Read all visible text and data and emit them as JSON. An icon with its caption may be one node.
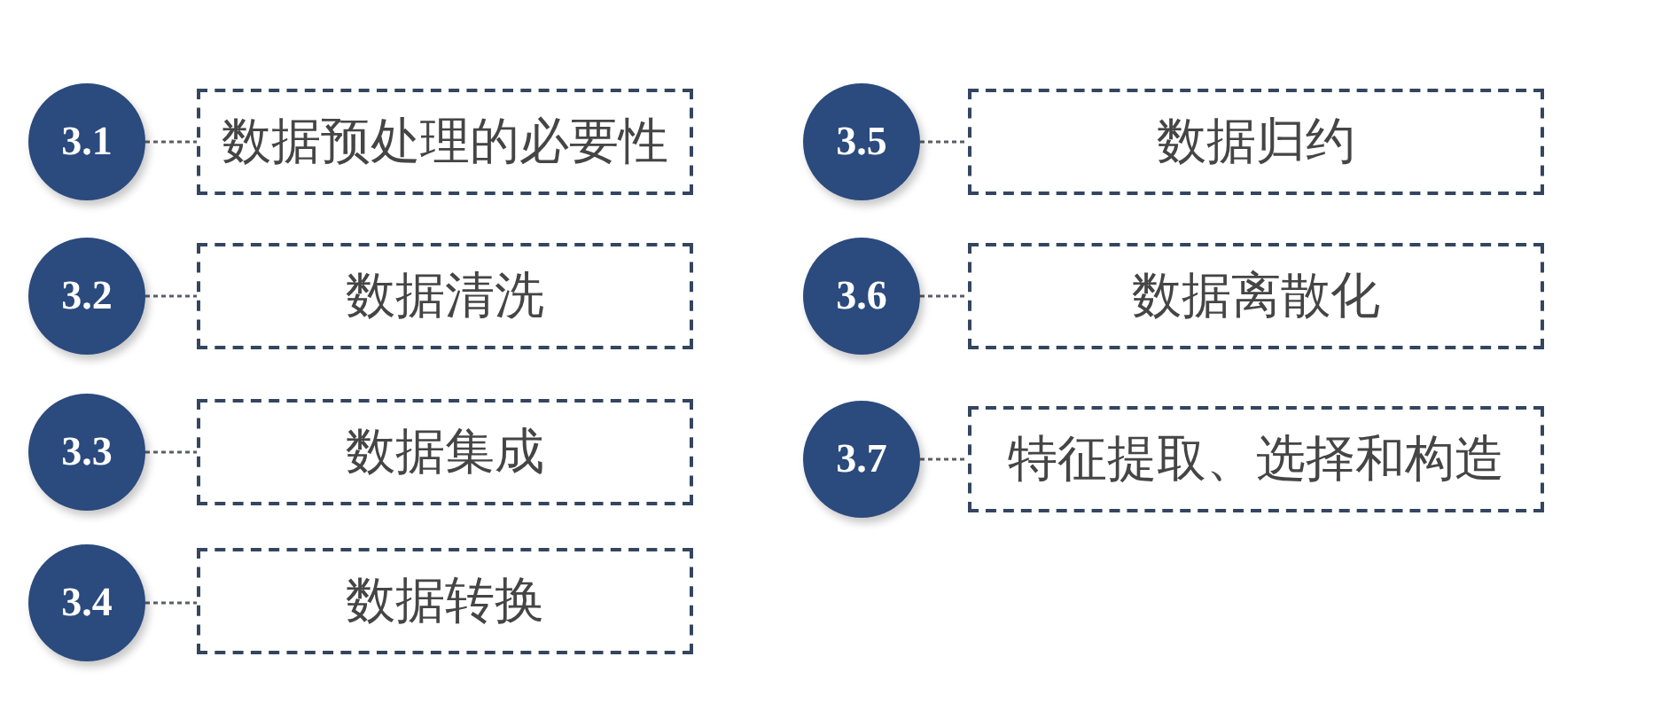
{
  "diagram": {
    "nodes": [
      {
        "text": [
          "3.1"
        ]
      },
      {
        "text": [
          "数据预处理的必要性"
        ]
      },
      {
        "text": [
          "3.2"
        ]
      },
      {
        "text": [
          "数据清洗"
        ]
      },
      {
        "text": [
          "3.3"
        ]
      },
      {
        "text": [
          "数据集成"
        ]
      },
      {
        "text": [
          "3.4"
        ]
      },
      {
        "text": [
          "数据转换"
        ]
      },
      {
        "text": [
          "3.5"
        ]
      },
      {
        "text": [
          "数据归约"
        ]
      },
      {
        "text": [
          "3.6"
        ]
      },
      {
        "text": [
          "数据离散化"
        ]
      },
      {
        "text": [
          "3.7"
        ]
      },
      {
        "text": [
          "特征提取、选择和构造"
        ]
      }
    ],
    "edges": [
      {
        "from": 0,
        "to": 1,
        "arrow": "none",
        "style": "dashed"
      },
      {
        "from": 2,
        "to": 3,
        "arrow": "none",
        "style": "dashed"
      },
      {
        "from": 4,
        "to": 5,
        "arrow": "none",
        "style": "dashed"
      },
      {
        "from": 6,
        "to": 7,
        "arrow": "none",
        "style": "dashed"
      },
      {
        "from": 8,
        "to": 9,
        "arrow": "none",
        "style": "dashed"
      },
      {
        "from": 10,
        "to": 11,
        "arrow": "none",
        "style": "dashed"
      },
      {
        "from": 12,
        "to": 13,
        "arrow": "none",
        "style": "dashed"
      }
    ]
  }
}
